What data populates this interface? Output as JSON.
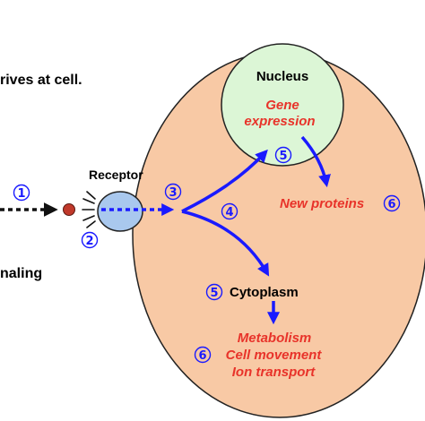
{
  "texts": {
    "arrives": "rives at cell.",
    "signaling": "naling",
    "receptor": "Receptor",
    "nucleus": "Nucleus",
    "gene_line1": "Gene",
    "gene_line2": "expression",
    "new_proteins": "New proteins",
    "cytoplasm": "Cytoplasm",
    "metabolism": "Metabolism",
    "cell_movement": "Cell movement",
    "ion_transport": "Ion transport"
  },
  "step_numbers": [
    "1",
    "2",
    "3",
    "4",
    "5",
    "5",
    "6",
    "6"
  ],
  "colors": {
    "cell_fill": "#f8c9a5",
    "nucleus_fill": "#dcf6d6",
    "receptor_fill": "#a9c8ee",
    "arrow_blue": "#1a1aff",
    "text_red": "#e8332a",
    "ligand": "#c0392b"
  }
}
